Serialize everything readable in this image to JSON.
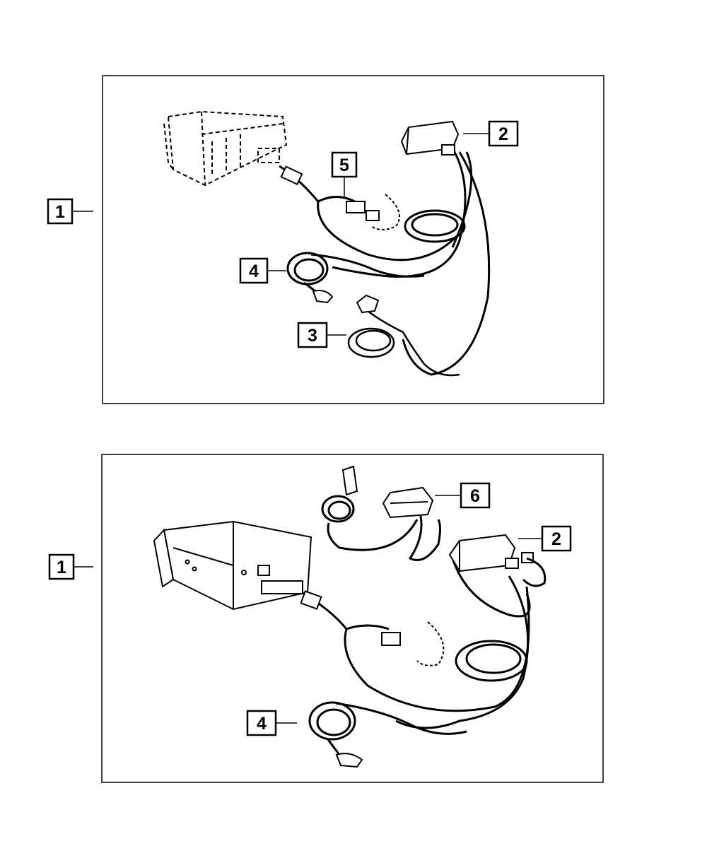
{
  "panels": [
    {
      "callouts": [
        {
          "label": "1"
        },
        {
          "label": "2"
        },
        {
          "label": "5"
        },
        {
          "label": "4"
        },
        {
          "label": "3"
        }
      ]
    },
    {
      "callouts": [
        {
          "label": "1"
        },
        {
          "label": "6"
        },
        {
          "label": "2"
        },
        {
          "label": "4"
        }
      ]
    }
  ],
  "colors": {
    "ink": "#000000",
    "background": "#ffffff"
  }
}
